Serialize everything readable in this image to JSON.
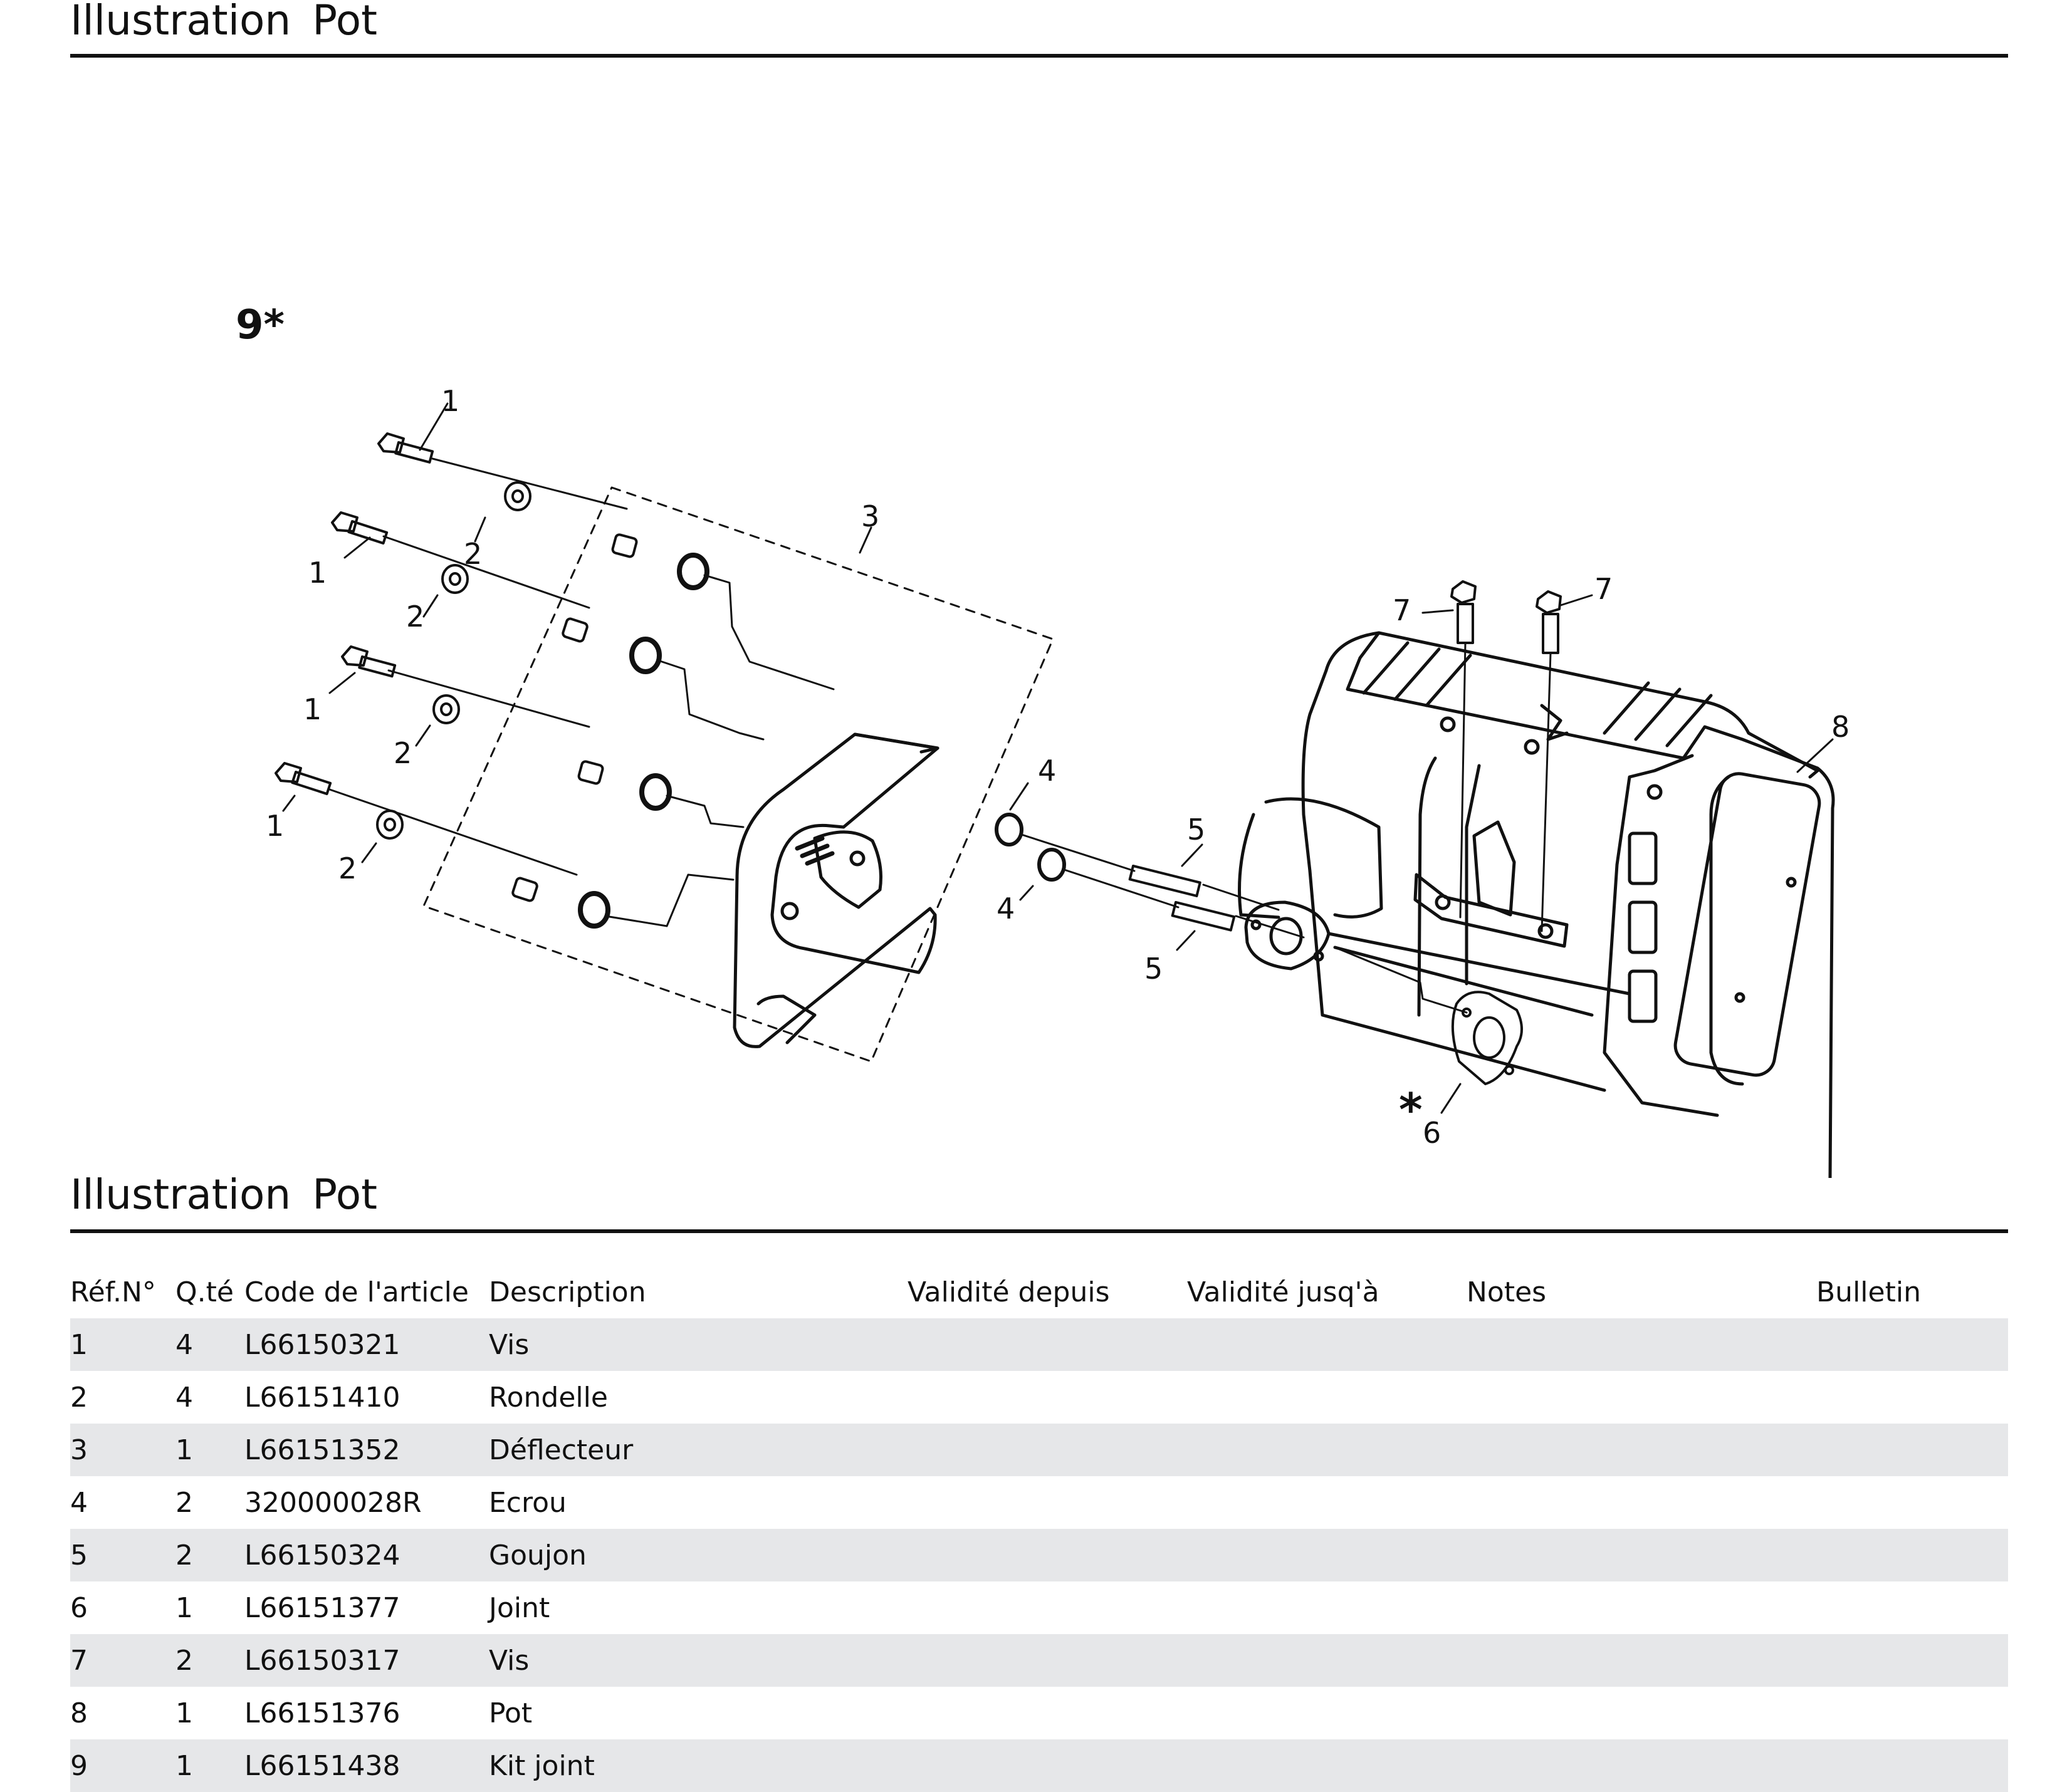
{
  "header": {
    "title_word": "Illustration",
    "title_name": "Pot"
  },
  "diagram": {
    "kit_label": "9*",
    "callouts": [
      "1",
      "1",
      "1",
      "1",
      "2",
      "2",
      "2",
      "2",
      "3",
      "4",
      "4",
      "5",
      "5",
      "6",
      "7",
      "7",
      "8"
    ],
    "asterisk": "*"
  },
  "table_section": {
    "title_word": "Illustration",
    "title_name": "Pot"
  },
  "table": {
    "headers": [
      "Réf.N°",
      "Q.té",
      "Code de l'article",
      "Description",
      "Validité depuis",
      "Validité jusq'à",
      "Notes",
      "Bulletin"
    ],
    "rows": [
      [
        "1",
        "4",
        "L66150321",
        "Vis",
        "",
        "",
        "",
        ""
      ],
      [
        "2",
        "4",
        "L66151410",
        "Rondelle",
        "",
        "",
        "",
        ""
      ],
      [
        "3",
        "1",
        "L66151352",
        "Déflecteur",
        "",
        "",
        "",
        ""
      ],
      [
        "4",
        "2",
        "320000028R",
        "Ecrou",
        "",
        "",
        "",
        ""
      ],
      [
        "5",
        "2",
        "L66150324",
        "Goujon",
        "",
        "",
        "",
        ""
      ],
      [
        "6",
        "1",
        "L66151377",
        "Joint",
        "",
        "",
        "",
        ""
      ],
      [
        "7",
        "2",
        "L66150317",
        "Vis",
        "",
        "",
        "",
        ""
      ],
      [
        "8",
        "1",
        "L66151376",
        "Pot",
        "",
        "",
        "",
        ""
      ],
      [
        "9",
        "1",
        "L66151438",
        "Kit joint",
        "",
        "",
        "",
        ""
      ]
    ]
  }
}
